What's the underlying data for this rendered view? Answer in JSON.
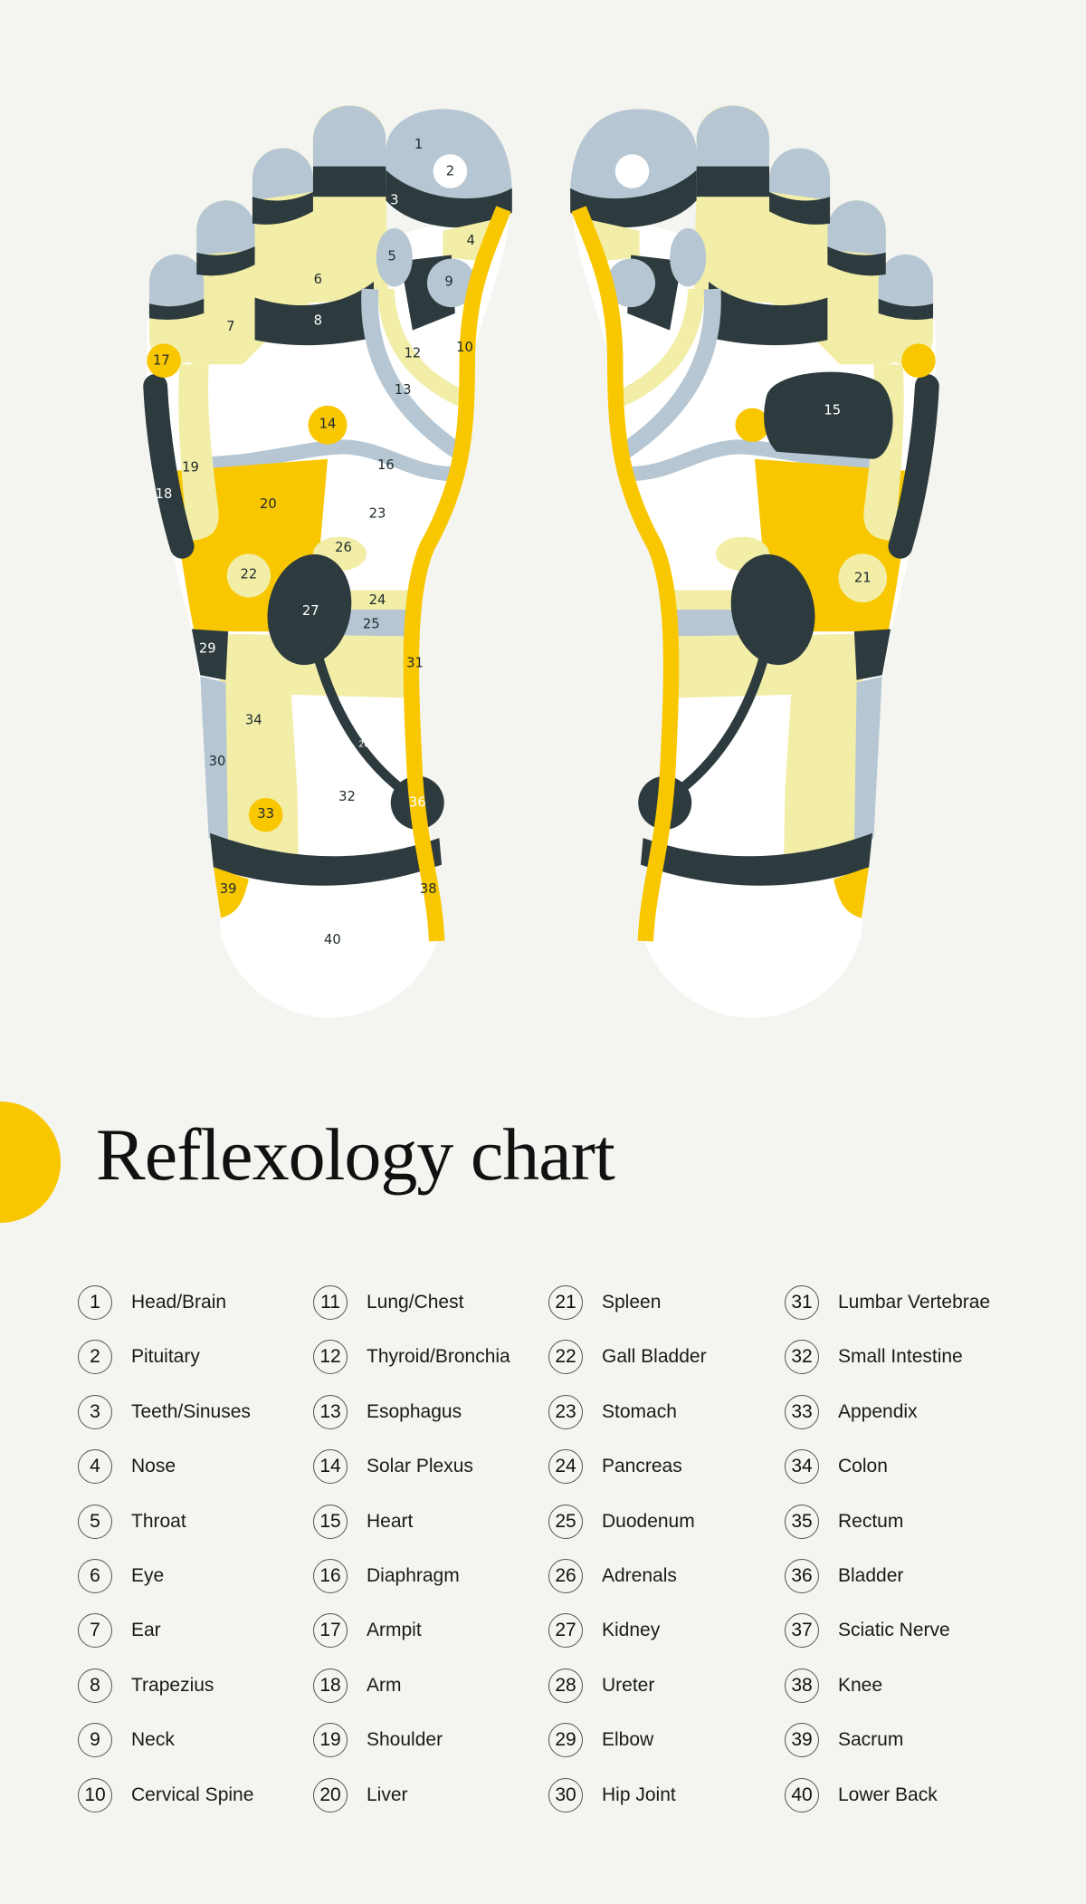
{
  "title": "Reflexology chart",
  "colors": {
    "background": "#f4f4f0",
    "yellow": "#f8c700",
    "pale_yellow": "#f2eea8",
    "grey_blue": "#b6c7d3",
    "dark": "#2e3b3e"
  },
  "diagram": {
    "left_foot_labels": [
      "1",
      "2",
      "3",
      "4",
      "5",
      "6",
      "7",
      "8",
      "9",
      "10",
      "12",
      "13",
      "14",
      "16",
      "17",
      "18",
      "19",
      "20",
      "22",
      "23",
      "24",
      "25",
      "26",
      "27",
      "28",
      "29",
      "30",
      "31",
      "32",
      "33",
      "34",
      "36",
      "38",
      "39",
      "40"
    ],
    "right_foot_labels": [
      "15",
      "21"
    ]
  },
  "legend": [
    {
      "num": "1",
      "label": "Head/Brain"
    },
    {
      "num": "2",
      "label": "Pituitary"
    },
    {
      "num": "3",
      "label": "Teeth/Sinuses"
    },
    {
      "num": "4",
      "label": "Nose"
    },
    {
      "num": "5",
      "label": "Throat"
    },
    {
      "num": "6",
      "label": "Eye"
    },
    {
      "num": "7",
      "label": "Ear"
    },
    {
      "num": "8",
      "label": "Trapezius"
    },
    {
      "num": "9",
      "label": "Neck"
    },
    {
      "num": "10",
      "label": "Cervical Spine"
    },
    {
      "num": "11",
      "label": "Lung/Chest"
    },
    {
      "num": "12",
      "label": "Thyroid/Bronchia"
    },
    {
      "num": "13",
      "label": "Esophagus"
    },
    {
      "num": "14",
      "label": "Solar Plexus"
    },
    {
      "num": "15",
      "label": "Heart"
    },
    {
      "num": "16",
      "label": "Diaphragm"
    },
    {
      "num": "17",
      "label": "Armpit"
    },
    {
      "num": "18",
      "label": "Arm"
    },
    {
      "num": "19",
      "label": "Shoulder"
    },
    {
      "num": "20",
      "label": "Liver"
    },
    {
      "num": "21",
      "label": "Spleen"
    },
    {
      "num": "22",
      "label": "Gall Bladder"
    },
    {
      "num": "23",
      "label": "Stomach"
    },
    {
      "num": "24",
      "label": "Pancreas"
    },
    {
      "num": "25",
      "label": "Duodenum"
    },
    {
      "num": "26",
      "label": "Adrenals"
    },
    {
      "num": "27",
      "label": "Kidney"
    },
    {
      "num": "28",
      "label": "Ureter"
    },
    {
      "num": "29",
      "label": "Elbow"
    },
    {
      "num": "30",
      "label": "Hip Joint"
    },
    {
      "num": "31",
      "label": "Lumbar Vertebrae"
    },
    {
      "num": "32",
      "label": "Small Intestine"
    },
    {
      "num": "33",
      "label": "Appendix"
    },
    {
      "num": "34",
      "label": "Colon"
    },
    {
      "num": "35",
      "label": "Rectum"
    },
    {
      "num": "36",
      "label": "Bladder"
    },
    {
      "num": "37",
      "label": "Sciatic Nerve"
    },
    {
      "num": "38",
      "label": "Knee"
    },
    {
      "num": "39",
      "label": "Sacrum"
    },
    {
      "num": "40",
      "label": "Lower Back"
    }
  ]
}
